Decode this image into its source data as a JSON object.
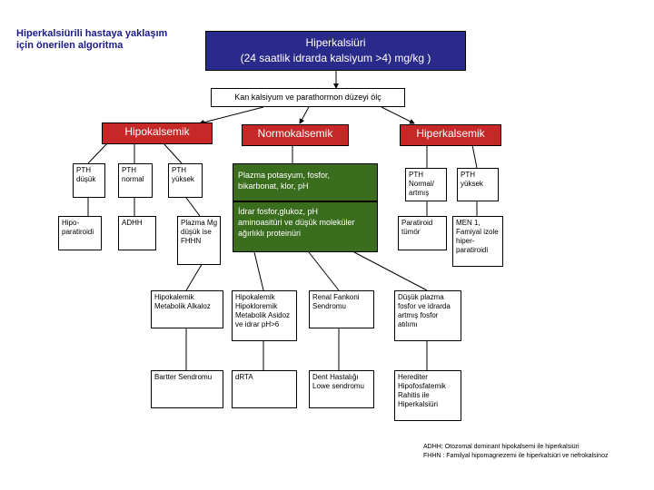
{
  "title": "Hiperkalsiürili hastaya yaklaşım\niçin önerilen algoritma",
  "root": "Hiperkalsiüri\n(24 saatlik idrarda kalsiyum >4) mg/kg )",
  "measure": "Kan kalsiyum ve parathormon düzeyi ölç",
  "branches": {
    "hypo": "Hipokalsemik",
    "normo": "Normokalsemik",
    "hyper": "Hiperkalsemik"
  },
  "hypo": {
    "pth_low": "PTH\ndüşük",
    "pth_normal": "PTH\nnormal",
    "pth_high": "PTH\nyüksek",
    "hypopara": "Hipo-\nparatiroidi",
    "adhh": "ADHH",
    "fhhn": "Plazma Mg\ndüşük ise\nFHHN"
  },
  "normo": {
    "step1": "Plazma potasyum, fosfor,\nbikarbonat, klor, pH",
    "step2": "İdrar fosfor,glukoz, pH\naminoasitüri ve düşük moleküler\nağırlıklı proteinüri"
  },
  "hyper": {
    "pth_elevated": "PTH\nNormal/\nartmış",
    "pth_high": "PTH\nyüksek",
    "parathyroid_tumor": "Paratiroid\ntümör",
    "men1": "MEN 1,\nFamiyal izole\nhiper-\nparatiroidi"
  },
  "results": {
    "r1": "Hipokalemik\nMetabolik Alkaloz",
    "r2": "Hipokalemik\nHipokloremik\nMetabolik Asidoz\nve idrar pH>6",
    "r3": "Renal Fankoni\nSendromu",
    "r4": "Düşük plazma\nfosfor ve idrarda\nartmış fosfor\natılımı",
    "r5": "Bartter Sendromu",
    "r6": "dRTA",
    "r7": "Dent Hastalığı\nLowe sendromu",
    "r8": "Herediter\nHipofosfatemik\nRahitis ile\nHiperkalsiüri"
  },
  "footnote": "ADHH: Otozomal dominant hipokalsemi ile hiperkalsiüri\nFHHN : Familyal hipomagnezemi ile hiperkalsiüri ve nefrokalsinoz",
  "colors": {
    "root_fill": "#2a2a8a",
    "branch_fill": "#c62828",
    "normo_step_fill": "#3a6e1e",
    "title_text": "#1a1a8c"
  }
}
